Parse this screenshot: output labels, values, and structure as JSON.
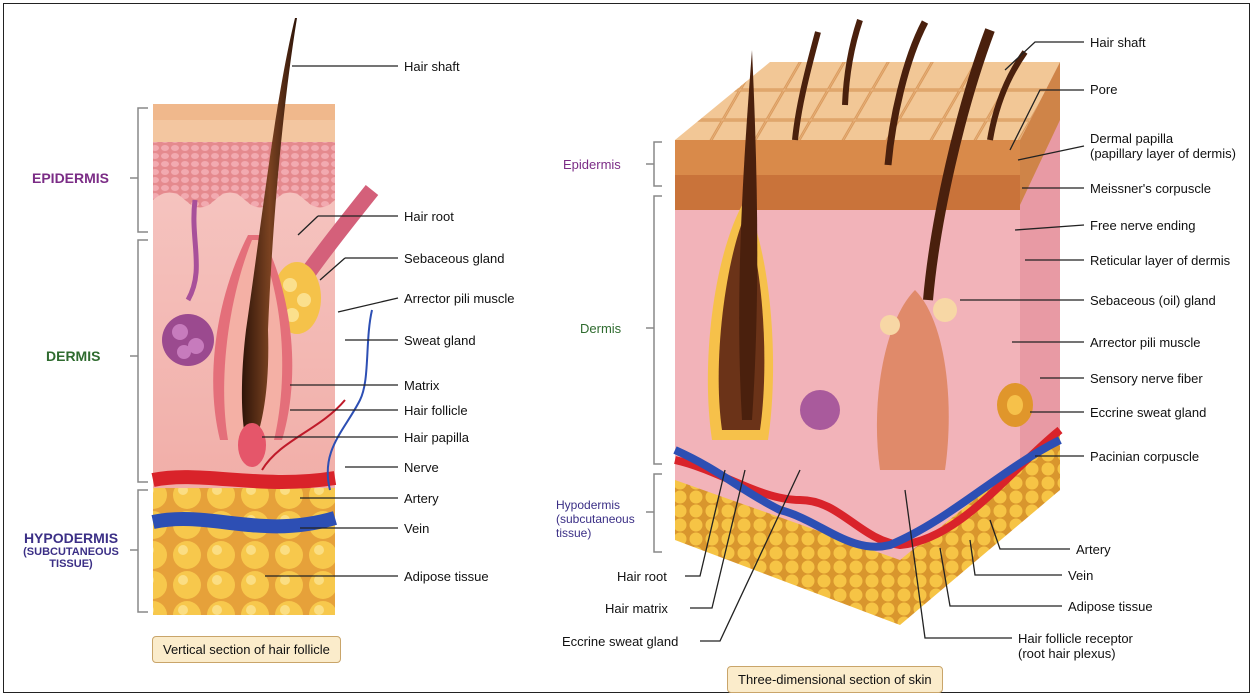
{
  "left_panel": {
    "layers": {
      "epidermis": "EPIDERMIS",
      "dermis": "DERMIS",
      "hypodermis": "HYPODERMIS",
      "hypodermis_sub_1": "(SUBCUTANEOUS",
      "hypodermis_sub_2": "TISSUE)"
    },
    "labels": {
      "hair_shaft": "Hair shaft",
      "hair_root": "Hair root",
      "sebaceous_gland": "Sebaceous gland",
      "arrector_pili_muscle": "Arrector pili muscle",
      "sweat_gland": "Sweat gland",
      "matrix": "Matrix",
      "hair_follicle": "Hair follicle",
      "hair_papilla": "Hair papilla",
      "nerve": "Nerve",
      "artery": "Artery",
      "vein": "Vein",
      "adipose_tissue": "Adipose tissue"
    },
    "caption": "Vertical section of hair follicle"
  },
  "right_panel": {
    "layers": {
      "epidermis": "Epidermis",
      "dermis": "Dermis",
      "hypodermis_1": "Hypodermis",
      "hypodermis_2": "(subcutaneous",
      "hypodermis_3": "tissue)"
    },
    "labels_right": {
      "hair_shaft": "Hair shaft",
      "pore": "Pore",
      "dermal_papilla_1": "Dermal papilla",
      "dermal_papilla_2": "(papillary layer of dermis)",
      "meissners_corpuscle": "Meissner's corpuscle",
      "free_nerve_ending": "Free nerve ending",
      "reticular_layer": "Reticular layer of dermis",
      "sebaceous_oil_gland": "Sebaceous (oil) gland",
      "arrector_pili_muscle": "Arrector pili muscle",
      "sensory_nerve_fiber": "Sensory nerve fiber",
      "eccrine_sweat_gland": "Eccrine sweat gland",
      "pacinian_corpuscle": "Pacinian corpuscle",
      "artery": "Artery",
      "vein": "Vein",
      "adipose_tissue": "Adipose tissue",
      "hair_follicle_receptor_1": "Hair follicle receptor",
      "hair_follicle_receptor_2": "(root hair plexus)"
    },
    "labels_bottom_left": {
      "hair_root": "Hair root",
      "hair_matrix": "Hair matrix",
      "eccrine_sweat_gland": "Eccrine sweat gland"
    },
    "caption": "Three-dimensional section of skin"
  },
  "colors": {
    "epidermis_label": "#7b2c86",
    "dermis_label": "#2f6b2f",
    "hypodermis_label": "#3b2f86",
    "skin_pink": "#f2b5b5",
    "epidermis_tan": "#e8a867",
    "fat_yellow": "#f6c445",
    "artery_red": "#d9232a",
    "vein_blue": "#2d4fb4",
    "hair_brown": "#5a2b14",
    "caption_bg": "#fbeccb"
  }
}
